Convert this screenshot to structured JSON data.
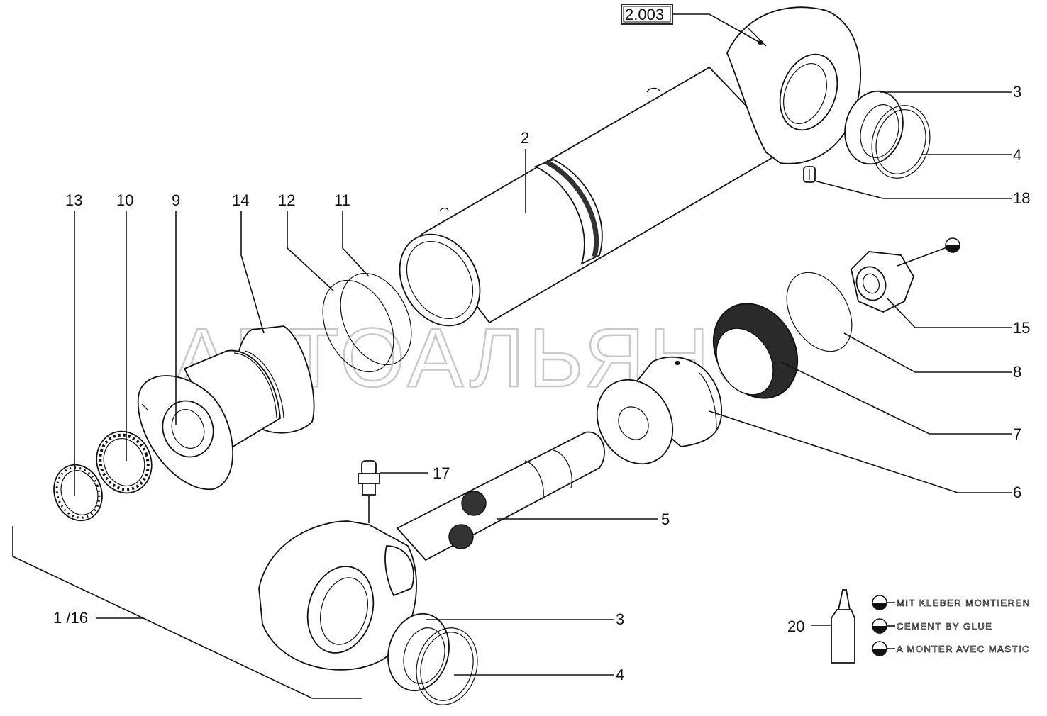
{
  "callouts": {
    "ref_box": "2.003",
    "p2": "2",
    "p3_top": "3",
    "p4_top": "4",
    "p18": "18",
    "p13": "13",
    "p10": "10",
    "p9": "9",
    "p14": "14",
    "p12": "12",
    "p11": "11",
    "p15": "15",
    "p8": "8",
    "p7": "7",
    "p6": "6",
    "p17": "17",
    "p5": "5",
    "p1_16": "1 /16",
    "p3_bottom": "3",
    "p4_bottom": "4",
    "p20": "20"
  },
  "legend": [
    {
      "text": "MIT KLEBER MONTIEREN",
      "icon": "half-filled-circle-icon"
    },
    {
      "text": "CEMENT BY GLUE",
      "icon": "half-filled-circle-icon"
    },
    {
      "text": "A MONTER AVEC MASTIC",
      "icon": "half-filled-circle-icon"
    }
  ],
  "watermark": "АВТОАЛЬЯНС"
}
